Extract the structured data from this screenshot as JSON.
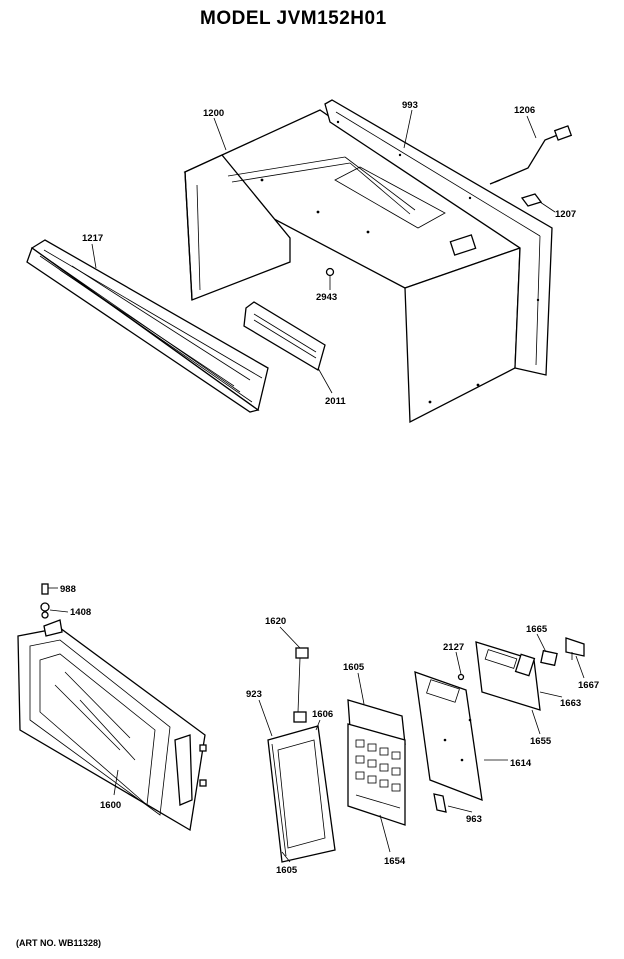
{
  "title": "MODEL JVM152H01",
  "art_no": "(ART NO. WB11328)",
  "callouts": {
    "c1200": "1200",
    "c993": "993",
    "c1206": "1206",
    "c1207": "1207",
    "c1217": "1217",
    "c2943": "2943",
    "c2011": "2011",
    "c988": "988",
    "c1408": "1408",
    "c1600": "1600",
    "c1620": "1620",
    "c923": "923",
    "c1606": "1606",
    "c1605a": "1605",
    "c1605b": "1605",
    "c1654": "1654",
    "c2127": "2127",
    "c1665": "1665",
    "c1667": "1667",
    "c1663": "1663",
    "c1655": "1655",
    "c1614": "1614",
    "c963": "963"
  }
}
